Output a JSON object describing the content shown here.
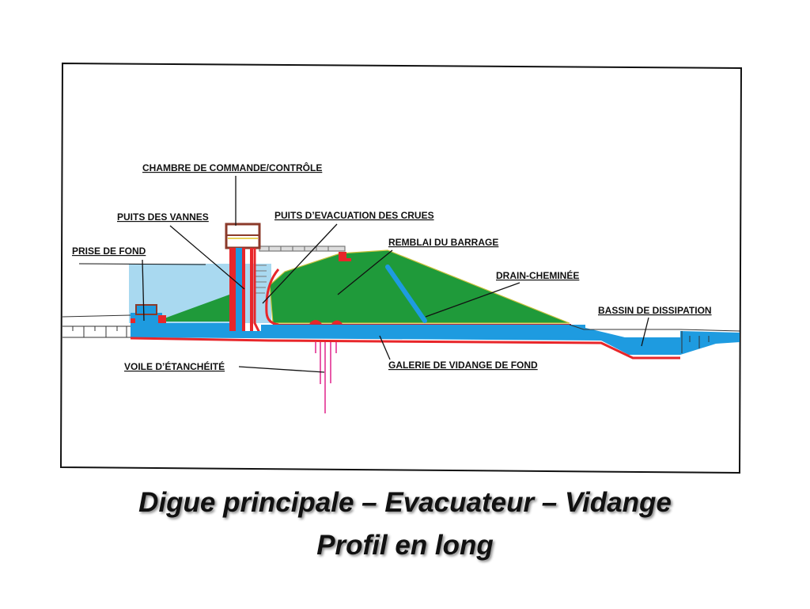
{
  "labels": {
    "chambre": "CHAMBRE DE COMMANDE/CONTRÔLE",
    "puits_vannes": "PUITS DES VANNES",
    "puits_evacuation": "PUITS D’EVACUATION DES CRUES",
    "remblai": "REMBLAI DU BARRAGE",
    "prise": "PRISE DE FOND",
    "drain": "DRAIN-CHEMINÉE",
    "bassin": "BASSIN DE DISSIPATION",
    "voile": "VOILE D’ÉTANCHÉITÉ",
    "galerie": "GALERIE DE VIDANGE DE FOND"
  },
  "title": {
    "line1": "Digue principale – Evacuateur – Vidange",
    "line2": "Profil en long"
  },
  "colors": {
    "water": "#a9d9f0",
    "conduit": "#1e9be0",
    "embankment": "#1f9a3a",
    "concrete": "#e8262a",
    "sealing": "#e85aa8"
  }
}
